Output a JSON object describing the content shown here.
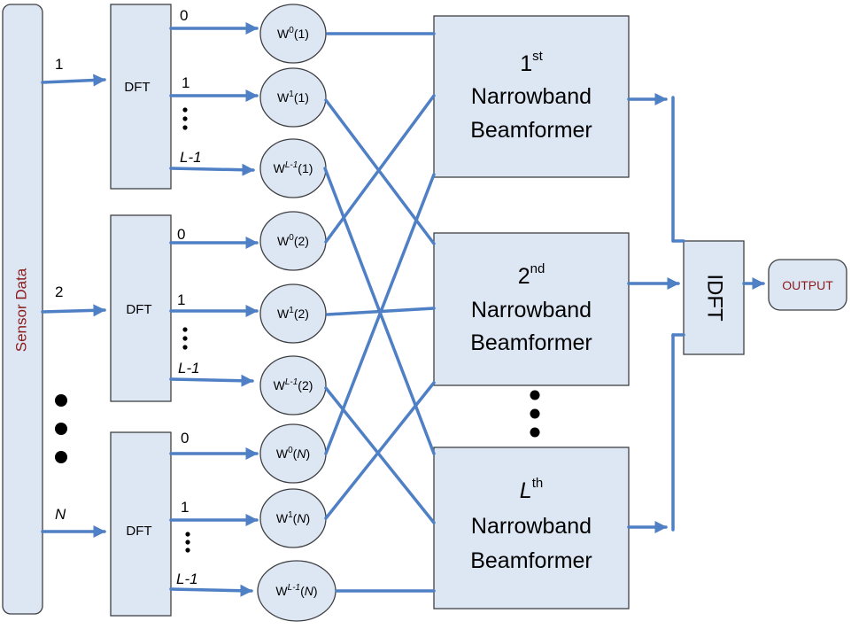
{
  "sensor": {
    "label": "Sensor  Data"
  },
  "sensor_inputs": [
    {
      "label": "1",
      "italic": false
    },
    {
      "label": "2",
      "italic": false
    },
    {
      "label": "N",
      "italic": true
    }
  ],
  "dft_blocks": [
    {
      "label": "DFT"
    },
    {
      "label": "DFT"
    },
    {
      "label": "DFT"
    }
  ],
  "bin_labels": [
    {
      "label": "0",
      "italic": false
    },
    {
      "label": "1",
      "italic": false
    },
    {
      "label": "L-1",
      "italic": true
    }
  ],
  "weights": [
    {
      "base": "W",
      "sup": "0",
      "sup_italic": false,
      "arg": "1",
      "arg_italic": false
    },
    {
      "base": "W",
      "sup": "1",
      "sup_italic": false,
      "arg": "1",
      "arg_italic": false
    },
    {
      "base": "W",
      "sup": "L-1",
      "sup_italic": true,
      "arg": "1",
      "arg_italic": false
    },
    {
      "base": "W",
      "sup": "0",
      "sup_italic": false,
      "arg": "2",
      "arg_italic": false
    },
    {
      "base": "W",
      "sup": "1",
      "sup_italic": false,
      "arg": "2",
      "arg_italic": false
    },
    {
      "base": "W",
      "sup": "L-1",
      "sup_italic": true,
      "arg": "2",
      "arg_italic": false
    },
    {
      "base": "W",
      "sup": "0",
      "sup_italic": false,
      "arg": "N",
      "arg_italic": true
    },
    {
      "base": "W",
      "sup": "1",
      "sup_italic": false,
      "arg": "N",
      "arg_italic": true
    },
    {
      "base": "W",
      "sup": "L-1",
      "sup_italic": true,
      "arg": "N",
      "arg_italic": true
    }
  ],
  "beamformers": [
    {
      "index": "1",
      "index_italic": false,
      "suffix": "st",
      "line1": "Narrowband",
      "line2": "Beamformer"
    },
    {
      "index": "2",
      "index_italic": false,
      "suffix": "nd",
      "line1": "Narrowband",
      "line2": "Beamformer"
    },
    {
      "index": "L",
      "index_italic": true,
      "suffix": "th",
      "line1": "Narrowband",
      "line2": "Beamformer"
    }
  ],
  "idft": {
    "label": "IDFT"
  },
  "output": {
    "label": "OUTPUT"
  },
  "colors": {
    "wire": "#4f7fc4",
    "box_fill": "#dde7f4",
    "box_stroke": "#3f4043",
    "accent_text": "#8b1a1a"
  }
}
